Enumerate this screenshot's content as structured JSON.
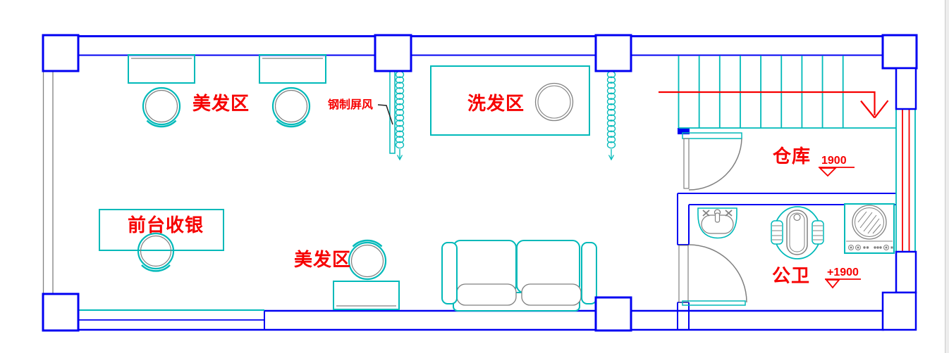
{
  "app": {
    "type": "cad-floor-plan",
    "subject": "hair salon floor plan"
  },
  "colors": {
    "wall_blue": "#0000f2",
    "furniture_teal": "#00b9b9",
    "line_gray": "#808080",
    "annotation_red": "#f60000",
    "leader_black": "#222222",
    "page_edge_gray": "#ededed"
  },
  "labels": {
    "hair_area_top": "美发区",
    "steel_screen": "钢制屏风",
    "wash_area": "洗发区",
    "storage": "仓库",
    "storage_level": "1900",
    "reception": "前台收银",
    "hair_area_bottom": "美发区",
    "toilet": "公卫",
    "toilet_level": "+1900"
  },
  "elements": {
    "stair_tread_count": 9,
    "styling_chairs": 3,
    "mirror_stations": 3,
    "curtain_symbols": 2,
    "doors": 2,
    "fixtures": [
      "sink",
      "squat-toilet",
      "washing-machine",
      "sofa",
      "reception-desk",
      "steel-screen",
      "stairs"
    ]
  }
}
